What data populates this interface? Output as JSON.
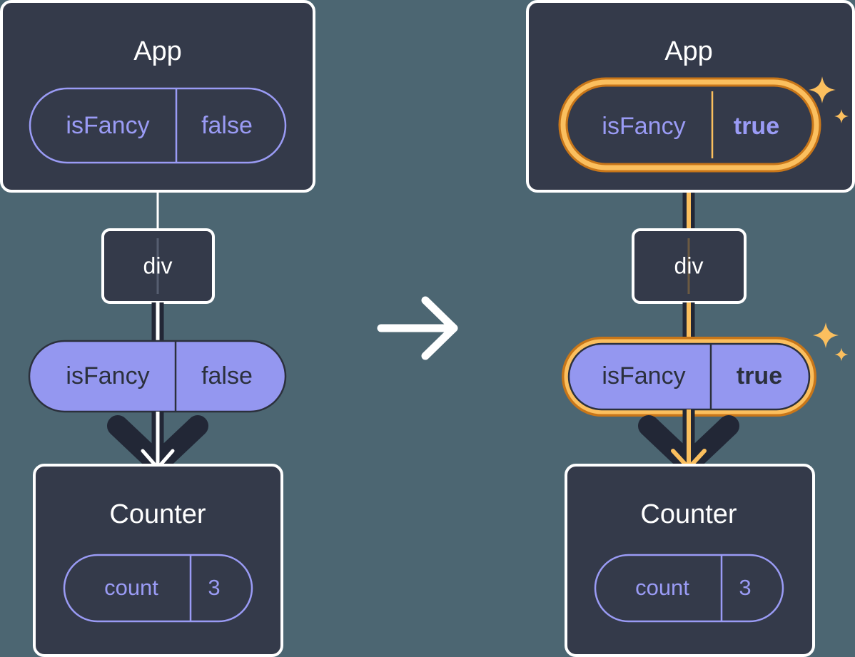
{
  "meta": {
    "figure_title": "React state propagation: App isFancy flows through div to Counter",
    "background_color": "#4c6672"
  },
  "colors": {
    "panel_fill": "#343a4a",
    "panel_border": "#ffffff",
    "pill_purple_fill": "#9497f0",
    "pill_purple_stroke": "#9a9bf5",
    "pill_text_dark": "#2b303c",
    "highlight_outer": "#c87619",
    "highlight_inner": "#fbbf5e",
    "sparkle": "#fbbf5e",
    "edge_dark": "#222736",
    "edge_white": "#ffffff",
    "edge_amber": "#fbbf5e"
  },
  "transition_arrow": {
    "icon": "arrow-right-icon",
    "color": "#ffffff"
  },
  "panels": [
    {
      "id": "before",
      "side": "left",
      "highlighted": false,
      "app": {
        "title": "App",
        "pill": {
          "key": "isFancy",
          "value": "false",
          "style": "outline",
          "highlighted": false,
          "value_bold": false
        }
      },
      "div": {
        "label": "div"
      },
      "props_pill": {
        "key": "isFancy",
        "value": "false",
        "style": "filled",
        "highlighted": false,
        "value_bold": false
      },
      "counter": {
        "title": "Counter",
        "pill": {
          "key": "count",
          "value": "3",
          "style": "outline",
          "highlighted": false,
          "value_bold": false
        }
      },
      "edge_color": "#ffffff",
      "sparkles": false
    },
    {
      "id": "after",
      "side": "right",
      "highlighted": true,
      "app": {
        "title": "App",
        "pill": {
          "key": "isFancy",
          "value": "true",
          "style": "outline",
          "highlighted": true,
          "value_bold": true
        }
      },
      "div": {
        "label": "div"
      },
      "props_pill": {
        "key": "isFancy",
        "value": "true",
        "style": "filled",
        "highlighted": true,
        "value_bold": true
      },
      "counter": {
        "title": "Counter",
        "pill": {
          "key": "count",
          "value": "3",
          "style": "outline",
          "highlighted": false,
          "value_bold": false
        }
      },
      "edge_color": "#fbbf5e",
      "sparkles": true
    }
  ]
}
